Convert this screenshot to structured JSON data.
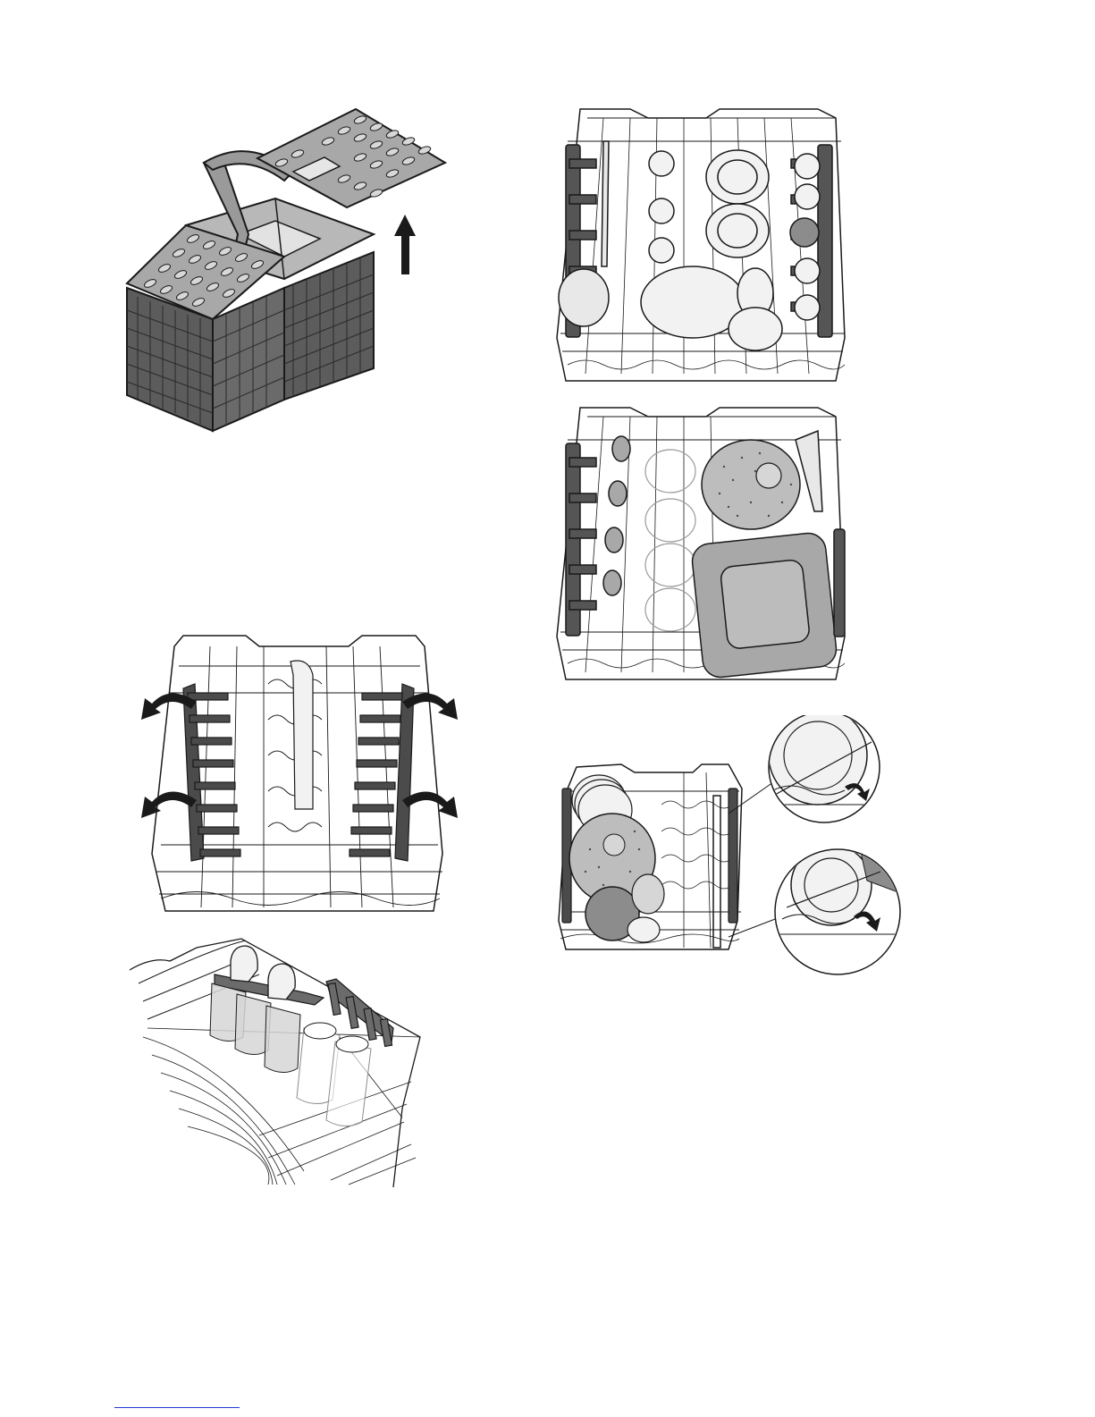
{
  "page": {
    "title": "",
    "colors": {
      "line": "#1a1a1a",
      "dark_gray": "#4b4b4b",
      "mid_gray": "#8c8c8c",
      "light_gray": "#c9c9c9",
      "pale": "#e6e6e6",
      "footer_link": "#1f3ad6"
    }
  },
  "figures": [
    {
      "id": "cutlery-basket",
      "icon": "cutlery-basket-lid-up-arrow-icon"
    },
    {
      "id": "upper-basket-cups",
      "icon": "upper-basket-cups-plates-icon"
    },
    {
      "id": "upper-basket-pans",
      "icon": "upper-basket-frying-pan-icon"
    },
    {
      "id": "lower-basket-folding-racks",
      "icon": "lower-basket-folding-racks-arrows-icon"
    },
    {
      "id": "lower-basket-plates-detail",
      "icon": "lower-basket-plate-row-detail-icon"
    },
    {
      "id": "glass-holder",
      "icon": "glass-holder-rack-icon"
    }
  ]
}
